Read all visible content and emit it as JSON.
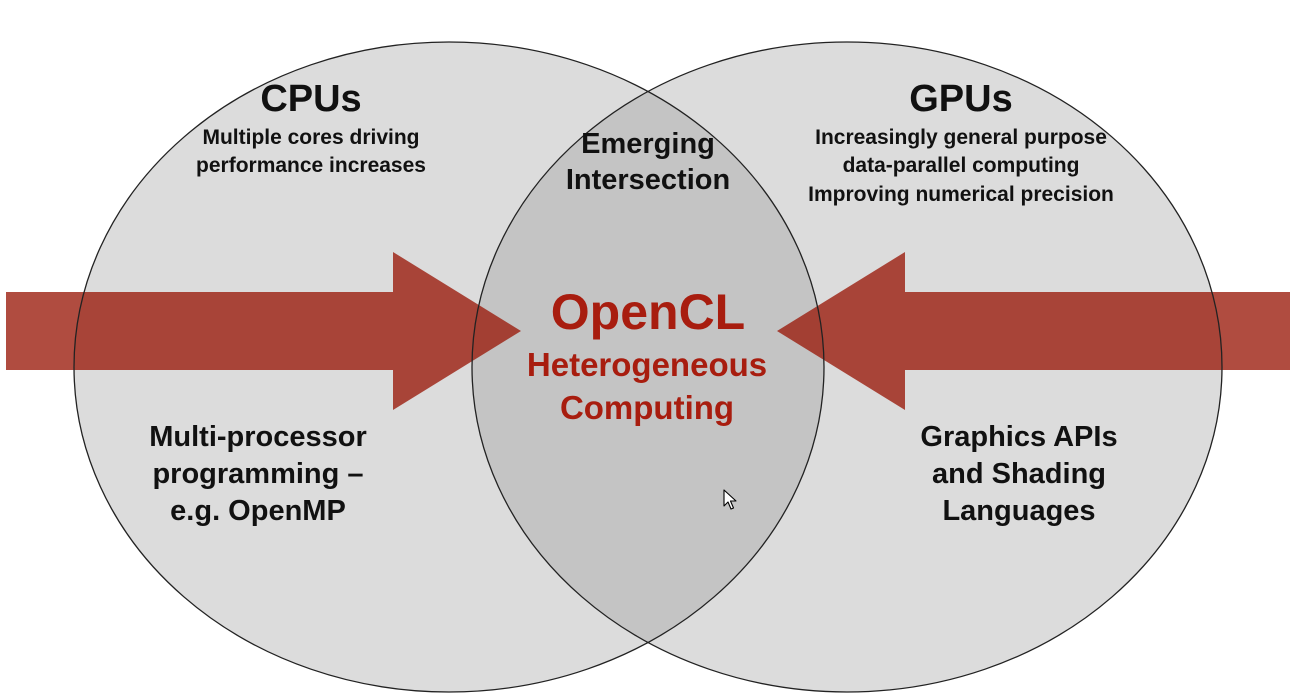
{
  "colors": {
    "circle_fill": "#dcdcdc",
    "intersection_fill": "#c4c4c4",
    "circle_stroke": "#222222",
    "arrow": "#9a1a0a",
    "text": "#111111",
    "accent_text": "#a81d0f"
  },
  "left_circle": {
    "title": "CPUs",
    "subtitle_lines": [
      "Multiple cores driving",
      "performance increases"
    ],
    "bottom_lines": [
      "Multi-processor",
      "programming –",
      "e.g. OpenMP"
    ]
  },
  "right_circle": {
    "title": "GPUs",
    "subtitle_lines": [
      "Increasingly general purpose",
      "data-parallel computing",
      "Improving numerical precision"
    ],
    "bottom_lines": [
      "Graphics APIs",
      "and Shading",
      "Languages"
    ]
  },
  "intersection": {
    "label_lines": [
      "Emerging",
      "Intersection"
    ],
    "main_title": "OpenCL",
    "main_subtitle_lines": [
      "Heterogeneous",
      "Computing"
    ]
  },
  "icons": {
    "left_arrow": "arrow-right-icon",
    "right_arrow": "arrow-left-icon",
    "cursor": "mouse-pointer-icon"
  }
}
